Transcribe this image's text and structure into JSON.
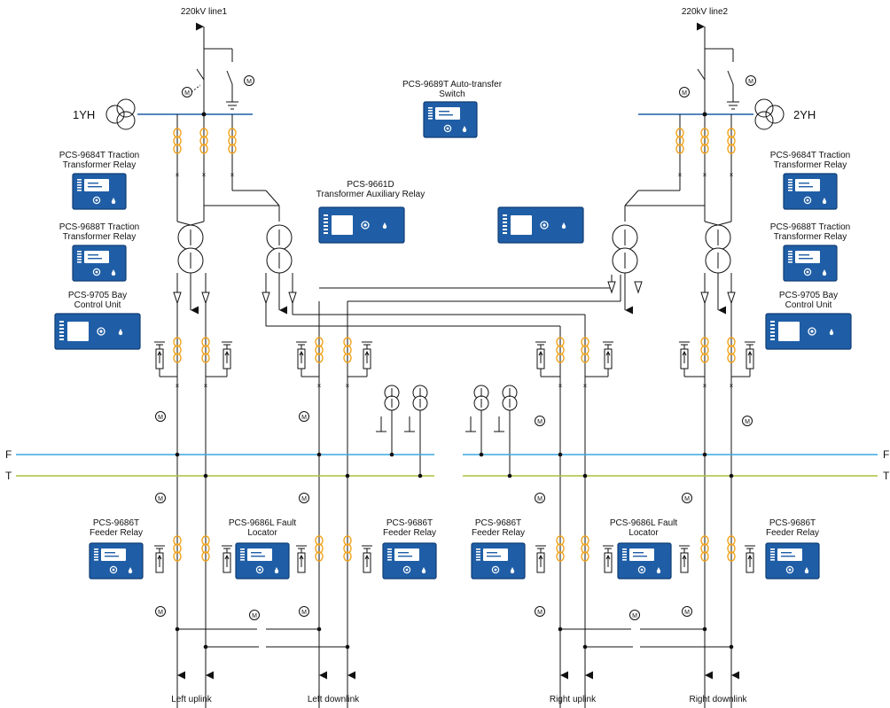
{
  "lines": {
    "line1": "220kV line1",
    "line2": "220kV line2"
  },
  "transformers": {
    "left": "1YH",
    "right": "2YH"
  },
  "buses": {
    "F": "F",
    "T": "T"
  },
  "devices": {
    "auto_transfer": [
      "PCS-9689T Auto-transfer",
      "Switch"
    ],
    "transformer_aux": [
      "PCS-9661D",
      "Transformer Auxiliary Relay"
    ],
    "traction_9684_left": [
      "PCS-9684T Traction",
      "Transformer Relay"
    ],
    "traction_9688_left": [
      "PCS-9688T Traction",
      "Transformer Relay"
    ],
    "bay_control_left": [
      "PCS-9705 Bay",
      "Control Unit"
    ],
    "traction_9684_right": [
      "PCS-9684T Traction",
      "Transformer Relay"
    ],
    "traction_9688_right": [
      "PCS-9688T Traction",
      "Transformer Relay"
    ],
    "bay_control_right": [
      "PCS-9705 Bay",
      "Control Unit"
    ],
    "feeder_1": [
      "PCS-9686T",
      "Feeder Relay"
    ],
    "fault_locator_left": [
      "PCS-9686L Fault",
      "Locator"
    ],
    "feeder_2": [
      "PCS-9686T",
      "Feeder Relay"
    ],
    "feeder_3": [
      "PCS-9686T",
      "Feeder Relay"
    ],
    "fault_locator_right": [
      "PCS-9686L Fault",
      "Locator"
    ],
    "feeder_4": [
      "PCS-9686T",
      "Feeder Relay"
    ]
  },
  "outputs": {
    "left_uplink": "Left uplink",
    "left_downlink": "Left downlink",
    "right_uplink": "Right uplink",
    "right_downlink": "Right downlink"
  },
  "motor_label": "M",
  "colors": {
    "relay": "#1f5ea6",
    "bus_f": "#36a9e1",
    "bus_t": "#a8c43c",
    "hv_bus": "#1f5ea6",
    "ct": "#f0a21c"
  }
}
